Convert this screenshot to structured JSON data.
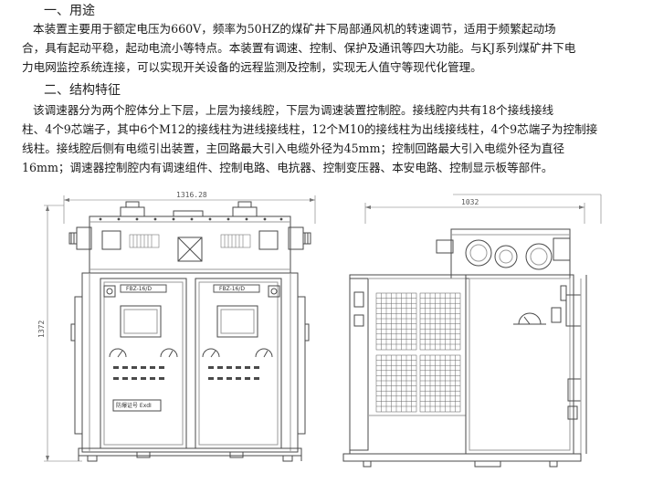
{
  "section1": {
    "heading": "一、用途",
    "lines": [
      "本装置主要用于额定电压为660V，频率为50HZ的煤矿井下局部通风机的转速调节，适用于频繁起动场",
      "合，具有起动平稳，起动电流小等特点。本装置有调速、控制、保护及通讯等四大功能。与KJ系列煤矿井下电",
      "力电网监控系统连接，可以实现开关设备的远程监测及控制，实现无人值守等现代化管理。"
    ]
  },
  "section2": {
    "heading": "二、结构特征",
    "lines": [
      "该调速器分为两个腔体分上下层，上层为接线腔，下层为调速装置控制腔。接线腔内共有18个接线接线",
      "柱、4个9芯端子，其中6个M12的接线柱为进线接线柱，12个M10的接线柱为出线接线柱，4个9芯端子为控制接",
      "线柱。接线腔后侧有电缆引出装置，主回路最大引入电缆外径为45mm；控制回路最大引入电缆外径为直径",
      "16mm；调速器控制腔内有调速组件、控制电路、电抗器、控制变压器、本安电路、控制显示板等部件。"
    ]
  },
  "drawing": {
    "front_width_dim": "1316.28",
    "side_width_dim": "1032",
    "height_dim": "1372",
    "left_panel_label": "FBZ-16/D",
    "right_panel_label": "FBZ-16/D",
    "nameplate_text": "防爆证号 ExdI",
    "colors": {
      "line": "#4a4a4a",
      "light": "#9a9a9a",
      "fill": "#f4f4f4"
    }
  }
}
